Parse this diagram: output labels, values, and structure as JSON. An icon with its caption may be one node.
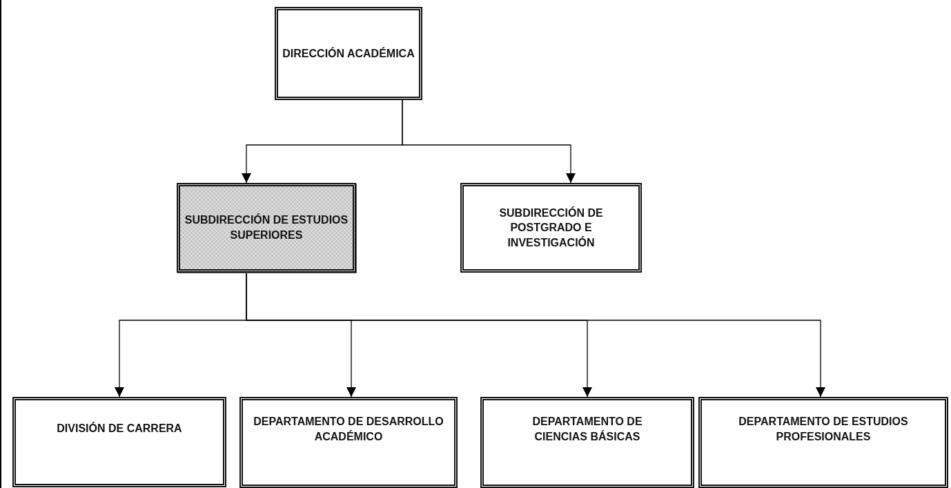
{
  "diagram": {
    "nodes": [
      {
        "text": [
          "DIRECCIÓN ACADÉMICA"
        ]
      },
      {
        "text": [
          "SUBDIRECCIÓN DE ESTUDIOS SUPERIORES"
        ]
      },
      {
        "text": [
          "SUBDIRECCIÓN DE POSTGRADO E INVESTIGACIÓN"
        ]
      },
      {
        "text": [
          "DIVISIÓN DE CARRERA"
        ]
      },
      {
        "text": [
          "DEPARTAMENTO DE DESARROLLO ACADÉMICO"
        ]
      },
      {
        "text": [
          "DEPARTAMENTO DE CIENCIAS BÁSICAS"
        ]
      },
      {
        "text": [
          "DEPARTAMENTO DE ESTUDIOS PROFESIONALES"
        ]
      }
    ],
    "edges": [
      {
        "from": 0,
        "to": 1,
        "arrow": "to"
      },
      {
        "from": 0,
        "to": 2,
        "arrow": "to"
      },
      {
        "from": 1,
        "to": 3,
        "arrow": "to"
      },
      {
        "from": 1,
        "to": 4,
        "arrow": "to"
      },
      {
        "from": 1,
        "to": 5,
        "arrow": "to"
      },
      {
        "from": 1,
        "to": 6,
        "arrow": "to"
      }
    ]
  }
}
